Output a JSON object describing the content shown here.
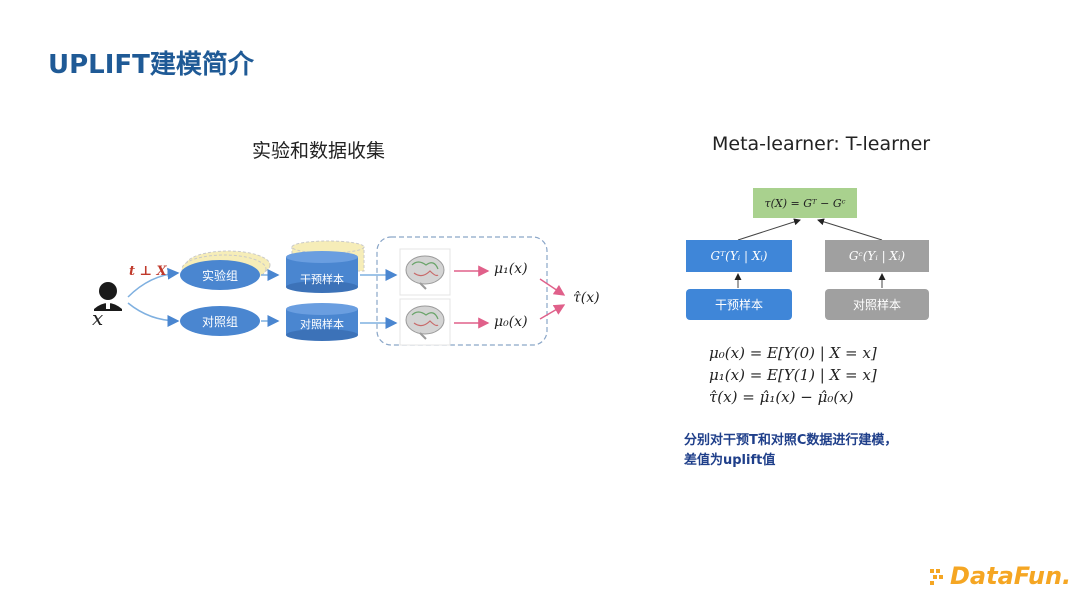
{
  "slide": {
    "title": "UPLIFT建模简介"
  },
  "left_diagram": {
    "title": "实验和数据收集",
    "user_label": "x",
    "independence_label": "t ⊥ X",
    "treatment_group": "实验组",
    "control_group": "对照组",
    "treatment_samples": "干预样本",
    "control_samples": "对照样本",
    "mu1": "μ₁(x)",
    "mu0": "μ₀(x)",
    "tau": "τ̂(x)"
  },
  "right_diagram": {
    "title": "Meta-learner: T-learner",
    "tau_box": "τ(X) = Gᵀ − Gᶜ",
    "gt_box": "Gᵀ(Yᵢ | Xᵢ)",
    "gc_box": "Gᶜ(Yᵢ | Xᵢ)",
    "treatment_samples": "干预样本",
    "control_samples": "对照样本",
    "equations": [
      "μ₀(x) = E[Y(0) | X = x]",
      "μ₁(x) = E[Y(1) | X = x]",
      "τ̂(x) = μ̂₁(x) − μ̂₀(x)"
    ],
    "note_line1": "分别对干预T和对照C数据进行建模，",
    "note_line2": "差值为uplift值"
  },
  "logo": {
    "text": "DataFun."
  },
  "colors": {
    "title_blue": "#1f5a96",
    "node_blue": "#4a86d0",
    "box_blue": "#3f86d8",
    "box_gray": "#a0a0a0",
    "tau_green": "#a9d18e",
    "arrow_pink": "#e0608a",
    "logo_orange": "#f5a623"
  }
}
